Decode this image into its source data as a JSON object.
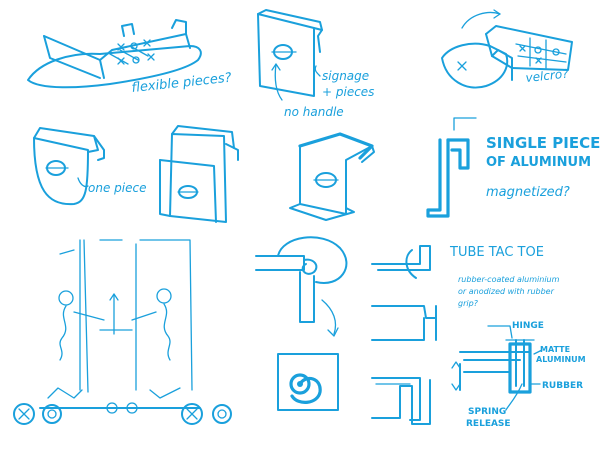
{
  "ink_color": "#1aa0dc",
  "labels": {
    "flexible_pieces": "flexible pieces?",
    "signage_line1": "signage",
    "signage_line2": "+ pieces",
    "no_handle": "no handle",
    "velcro": "velcro?",
    "one_piece": "one piece",
    "single_piece_line1": "SINGLE PIECE",
    "single_piece_line2": "OF ALUMINUM",
    "magnetized": "magnetized?",
    "tube_tac_toe": "TUBE TAC TOE",
    "note_line1": "rubber-coated aluminium",
    "note_line2": "or anodized with rubber",
    "note_line3": "grip?",
    "hinge": "HINGE",
    "matte_line1": "MATTE",
    "matte_line2": "ALUMINUM",
    "rubber": "RUBBER",
    "spring_line1": "SPRING",
    "spring_line2": "RELEASE"
  }
}
